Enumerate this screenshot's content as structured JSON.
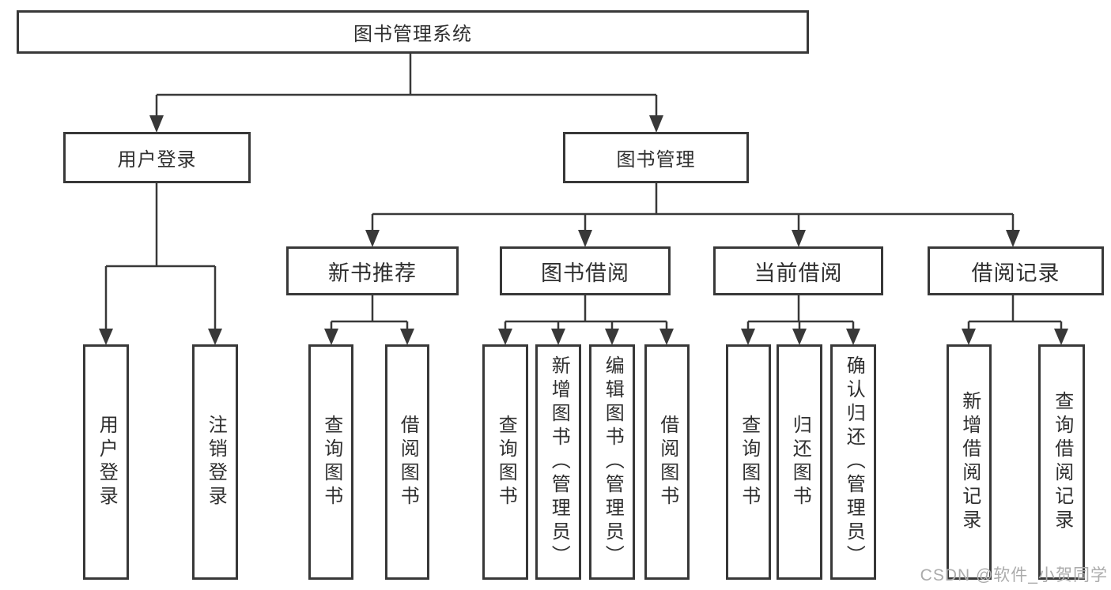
{
  "diagram_title": "图书管理系统",
  "nodes": {
    "root": {
      "label": "图书管理系统"
    },
    "level2": [
      {
        "label": "用户登录"
      },
      {
        "label": "图书管理"
      }
    ],
    "level3": [
      {
        "label": "新书推荐"
      },
      {
        "label": "图书借阅"
      },
      {
        "label": "当前借阅"
      },
      {
        "label": "借阅记录"
      }
    ],
    "leaves": [
      {
        "label": "用户登录"
      },
      {
        "label": "注销登录"
      },
      {
        "label": "查询图书"
      },
      {
        "label": "借阅图书"
      },
      {
        "label": "查询图书"
      },
      {
        "label": "新增图书（管理员）"
      },
      {
        "label": "编辑图书（管理员）"
      },
      {
        "label": "借阅图书"
      },
      {
        "label": "查询图书"
      },
      {
        "label": "归还图书"
      },
      {
        "label": "确认归还（管理员）"
      },
      {
        "label": "新增借阅记录"
      },
      {
        "label": "查询借阅记录"
      }
    ]
  },
  "hierarchy": {
    "图书管理系统": [
      "用户登录",
      "图书管理"
    ],
    "用户登录": [
      "用户登录",
      "注销登录"
    ],
    "图书管理": [
      "新书推荐",
      "图书借阅",
      "当前借阅",
      "借阅记录"
    ],
    "新书推荐": [
      "查询图书",
      "借阅图书"
    ],
    "图书借阅": [
      "查询图书",
      "新增图书（管理员）",
      "编辑图书（管理员）",
      "借阅图书"
    ],
    "当前借阅": [
      "查询图书",
      "归还图书",
      "确认归还（管理员）"
    ],
    "借阅记录": [
      "新增借阅记录",
      "查询借阅记录"
    ]
  },
  "watermark": "CSDN @软件_小贺同学",
  "colors": {
    "line": "#383838",
    "text": "#2f2f2f",
    "box_background": "#ffffff",
    "watermark": "#ababab",
    "background": "#ffffff"
  }
}
